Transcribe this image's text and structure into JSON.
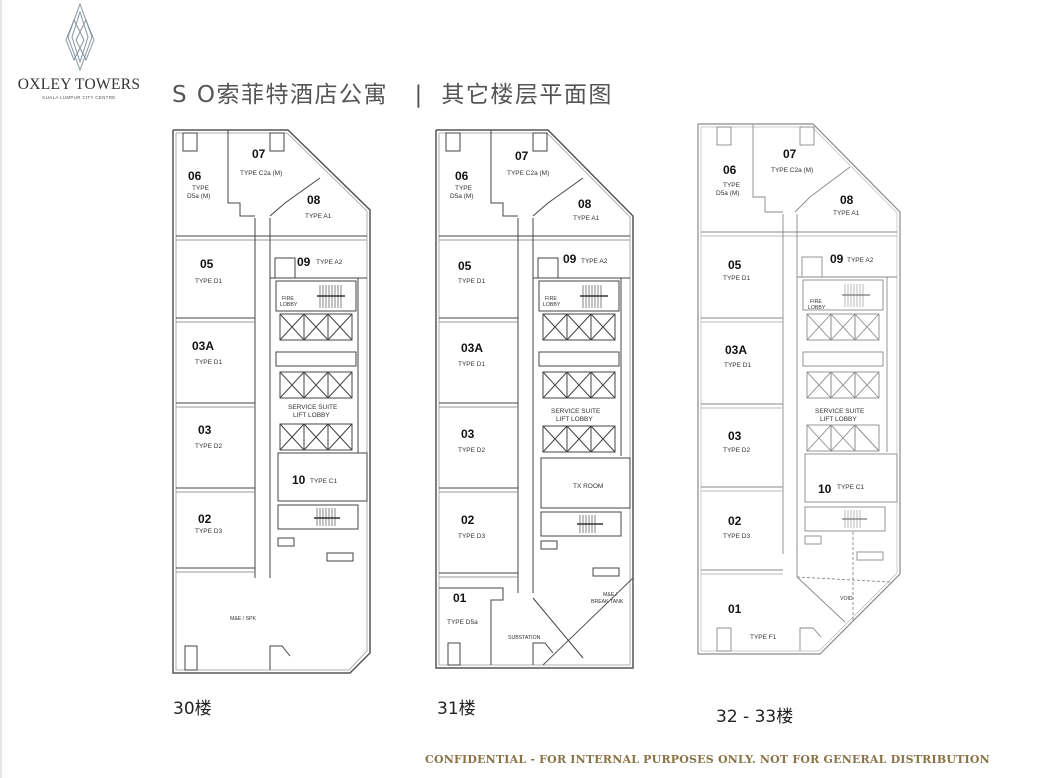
{
  "logo": {
    "name": "OXLEY TOWERS",
    "tagline": "KUALA LUMPUR CITY CENTRE"
  },
  "header": {
    "title": "S O索菲特酒店公寓   |  其它楼层平面图"
  },
  "plans": [
    {
      "floor_label": "30楼",
      "units": [
        {
          "number": "06",
          "type": "TYPE D5a (M)"
        },
        {
          "number": "07",
          "type": "TYPE C2a (M)"
        },
        {
          "number": "08",
          "type": "TYPE A1"
        },
        {
          "number": "05",
          "type": "TYPE D1"
        },
        {
          "number": "09",
          "type": "TYPE A2"
        },
        {
          "number": "03A",
          "type": "TYPE D1"
        },
        {
          "number": "03",
          "type": "TYPE D2"
        },
        {
          "number": "10",
          "type": "TYPE C1"
        },
        {
          "number": "02",
          "type": "TYPE D3"
        }
      ],
      "labels": {
        "fire_lobby": "FIRE LOBBY",
        "lift_lobby_1": "SERVICE SUITE",
        "lift_lobby_2": "LIFT LOBBY",
        "mechanical": "M&E / SPK"
      }
    },
    {
      "floor_label": "31楼",
      "units": [
        {
          "number": "06",
          "type": "TYPE D5a (M)"
        },
        {
          "number": "07",
          "type": "TYPE C2a (M)"
        },
        {
          "number": "08",
          "type": "TYPE A1"
        },
        {
          "number": "05",
          "type": "TYPE D1"
        },
        {
          "number": "09",
          "type": "TYPE A2"
        },
        {
          "number": "03A",
          "type": "TYPE D1"
        },
        {
          "number": "03",
          "type": "TYPE D2"
        },
        {
          "number": "02",
          "type": "TYPE D3"
        },
        {
          "number": "01",
          "type": "TYPE D5a"
        }
      ],
      "labels": {
        "fire_lobby": "FIRE LOBBY",
        "lift_lobby_1": "SERVICE SUITE",
        "lift_lobby_2": "LIFT LOBBY",
        "tx_room": "TX ROOM",
        "break_tank_1": "M&E /",
        "break_tank_2": "BREAK TANK",
        "substation": "SUBSTATION"
      }
    },
    {
      "floor_label": "32 - 33楼",
      "units": [
        {
          "number": "06",
          "type": "TYPE D5a (M)"
        },
        {
          "number": "07",
          "type": "TYPE C2a (M)"
        },
        {
          "number": "08",
          "type": "TYPE A1"
        },
        {
          "number": "05",
          "type": "TYPE D1"
        },
        {
          "number": "09",
          "type": "TYPE A2"
        },
        {
          "number": "03A",
          "type": "TYPE D1"
        },
        {
          "number": "03",
          "type": "TYPE D2"
        },
        {
          "number": "10",
          "type": "TYPE C1"
        },
        {
          "number": "02",
          "type": "TYPE D3"
        },
        {
          "number": "01",
          "type": "TYPE F1"
        }
      ],
      "labels": {
        "fire_lobby": "FIRE LOBBY",
        "lift_lobby_1": "SERVICE SUITE",
        "lift_lobby_2": "LIFT LOBBY",
        "void": "VOID"
      }
    }
  ],
  "footer": {
    "notice": "CONFIDENTIAL - FOR INTERNAL PURPOSES ONLY. NOT FOR GENERAL DISTRIBUTION"
  },
  "colors": {
    "footer_text": "#8a7346",
    "title_text": "#555555",
    "wall": "#555555",
    "wall_light": "#9a9a9a"
  }
}
